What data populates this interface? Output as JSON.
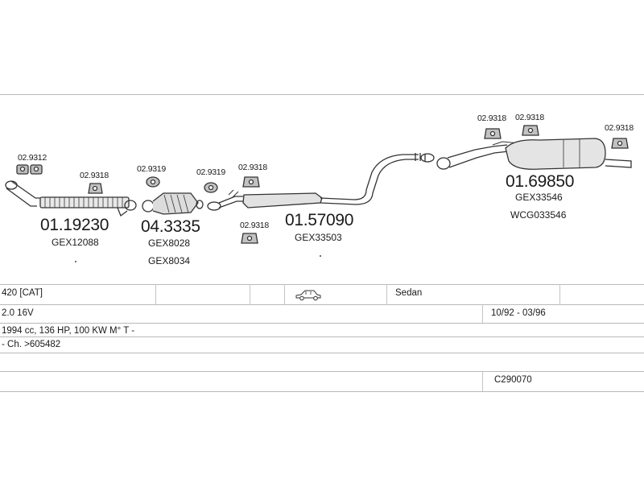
{
  "parts": [
    {
      "code": "01.19230",
      "ref": "GEX12088"
    },
    {
      "code": "04.3335",
      "refs": [
        "GEX8028",
        "GEX8034"
      ]
    },
    {
      "code": "01.57090",
      "ref": "GEX33503"
    },
    {
      "code": "01.69850",
      "refs": [
        "GEX33546",
        "WCG033546"
      ]
    }
  ],
  "mounts": [
    "02.9312",
    "02.9318",
    "02.9319",
    "02.9319",
    "02.9318",
    "02.9318",
    "02.9318",
    "02.9318",
    "02.9318"
  ],
  "vehicle": {
    "model": "420  [CAT]",
    "body": "Sedan",
    "engine": "2.0 16V",
    "years": "10/92 - 03/96",
    "specs": "1994 cc, 136 HP, 100 KW M° T -",
    "chassis": "- Ch. >605482",
    "catalog_code": "C290070"
  }
}
